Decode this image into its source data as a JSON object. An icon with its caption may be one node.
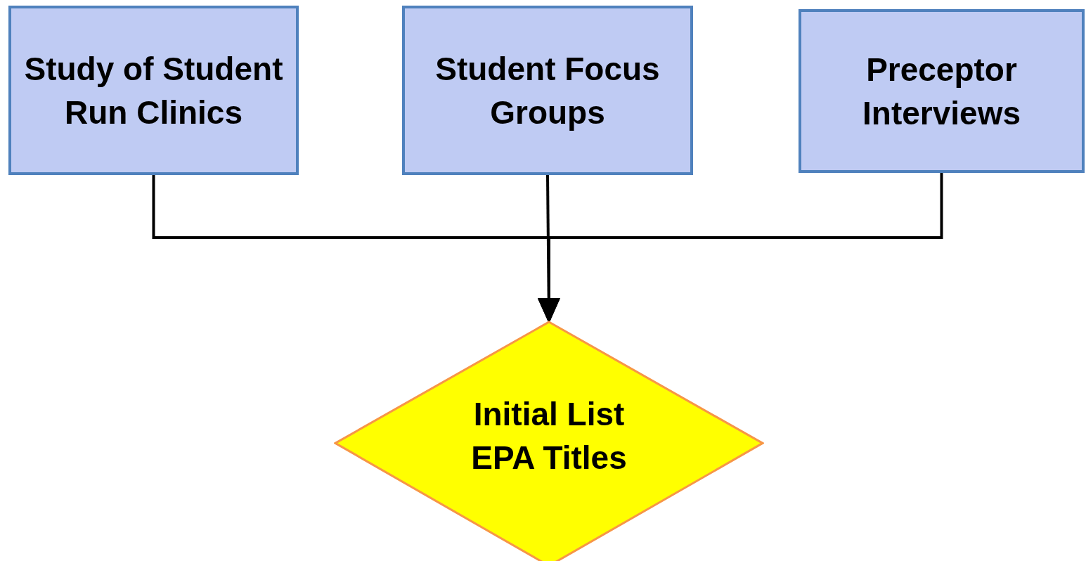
{
  "diagram": {
    "nodes": [
      {
        "text": [
          "Study of Student Run Clinics"
        ]
      },
      {
        "text": [
          "Student Focus Groups"
        ]
      },
      {
        "text": [
          "Preceptor Interviews"
        ]
      },
      {
        "text": [
          "Initial List EPA Titles"
        ]
      }
    ],
    "edges": [
      {
        "from": 0,
        "to": 3,
        "arrow": "to"
      },
      {
        "from": 1,
        "to": 3,
        "arrow": "to"
      },
      {
        "from": 2,
        "to": 3,
        "arrow": "to"
      }
    ]
  }
}
